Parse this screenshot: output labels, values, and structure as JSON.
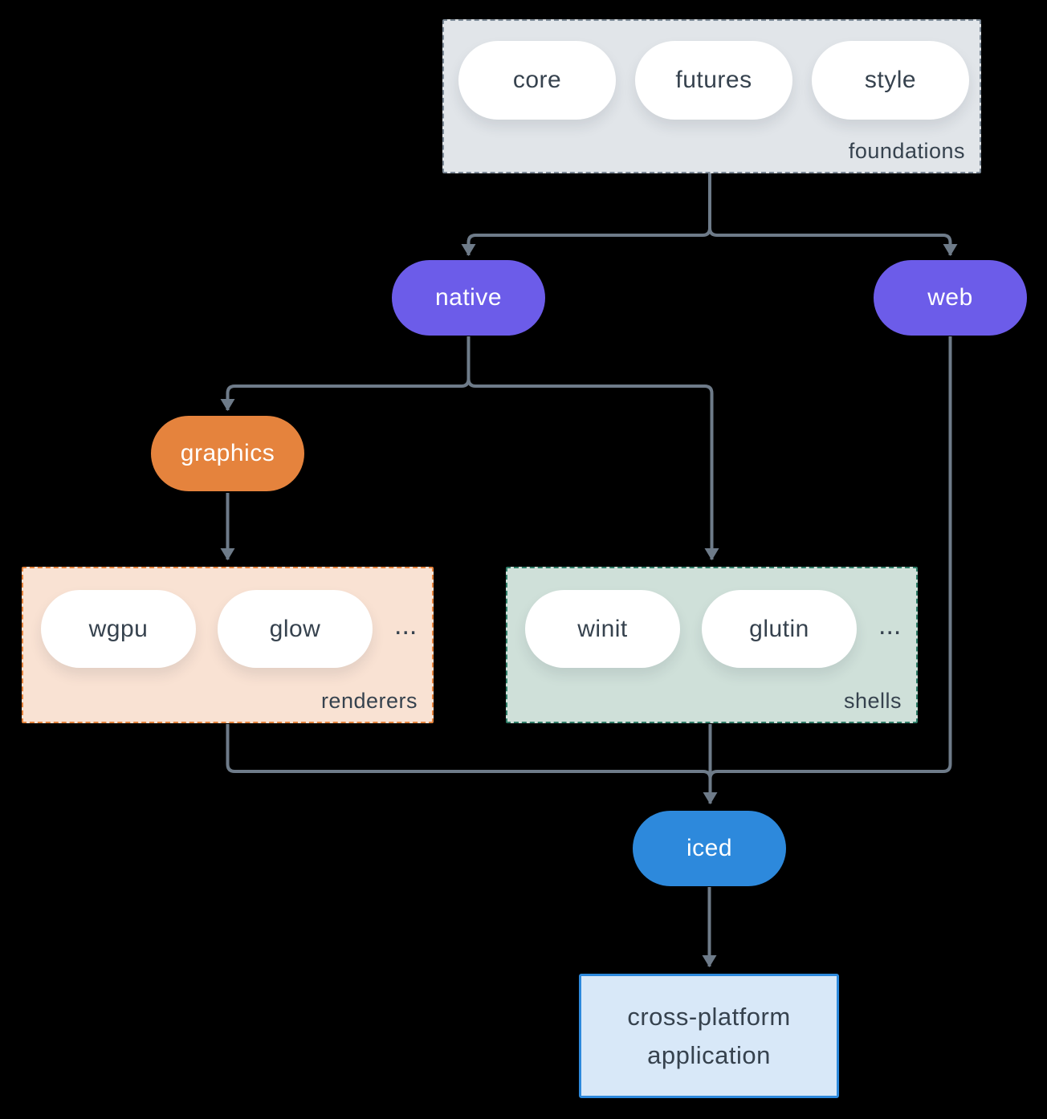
{
  "colors": {
    "background": "#000000",
    "connector": "#6e7b89",
    "purple": "#6c5ce9",
    "orange": "#e5833d",
    "blue": "#2d89dc",
    "dark_text": "#36424e",
    "pill_fill": "#ffffff",
    "foundations_fill": "#e1e5e9",
    "foundations_border": "#7d8a97",
    "renderers_fill": "#f9e2d3",
    "renderers_border": "#e5833d",
    "shells_fill": "#cfe0d9",
    "shells_border": "#2f7d68",
    "app_fill": "#d8e8f8",
    "app_border": "#2d89dc"
  },
  "groups": {
    "foundations": {
      "label": "foundations",
      "items": [
        "core",
        "futures",
        "style"
      ]
    },
    "renderers": {
      "label": "renderers",
      "items": [
        "wgpu",
        "glow"
      ],
      "ellipsis": "..."
    },
    "shells": {
      "label": "shells",
      "items": [
        "winit",
        "glutin"
      ],
      "ellipsis": "..."
    }
  },
  "nodes": {
    "native": "native",
    "web": "web",
    "graphics": "graphics",
    "iced": "iced",
    "app": {
      "lines": [
        "cross-platform",
        "application"
      ]
    }
  },
  "edges": [
    {
      "from": "foundations",
      "to": "native"
    },
    {
      "from": "foundations",
      "to": "web"
    },
    {
      "from": "native",
      "to": "graphics"
    },
    {
      "from": "native",
      "to": "shells"
    },
    {
      "from": "graphics",
      "to": "renderers"
    },
    {
      "from": "renderers",
      "to": "iced"
    },
    {
      "from": "shells",
      "to": "iced"
    },
    {
      "from": "web",
      "to": "iced"
    },
    {
      "from": "iced",
      "to": "app"
    }
  ]
}
